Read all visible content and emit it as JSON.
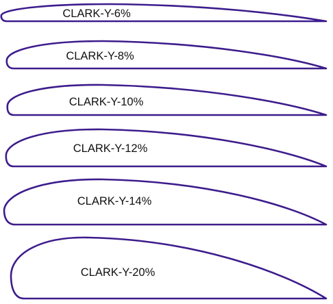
{
  "colors": {
    "outline": "#3d1c8c",
    "label": "#111111",
    "background": "#ffffff"
  },
  "airfoils": [
    {
      "label": "CLARK-Y-6%",
      "thickness_percent": 6
    },
    {
      "label": "CLARK-Y-8%",
      "thickness_percent": 8
    },
    {
      "label": "CLARK-Y-10%",
      "thickness_percent": 10
    },
    {
      "label": "CLARK-Y-12%",
      "thickness_percent": 12
    },
    {
      "label": "CLARK-Y-14%",
      "thickness_percent": 14
    },
    {
      "label": "CLARK-Y-20%",
      "thickness_percent": 20
    }
  ]
}
